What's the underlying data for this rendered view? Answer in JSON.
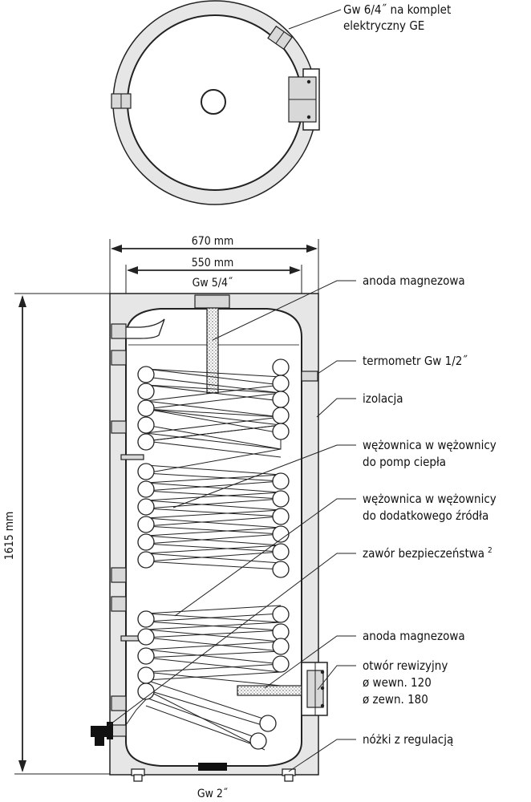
{
  "labels": {
    "top_connector": [
      "Gw 6/4˝ na komplet",
      "elektryczny GE"
    ],
    "anode_top": "anoda magnezowa",
    "thermometer": "termometr Gw 1/2˝",
    "insulation": "izolacja",
    "hp_coil": [
      "wężownica w wężownicy",
      "do pomp ciepła"
    ],
    "aux_coil": [
      "wężownica w wężownicy",
      "do dodatkowego źródła"
    ],
    "safety_valve": "zawór bezpieczeństwa",
    "safety_valve_sup": "2",
    "anode_bottom": "anoda magnezowa",
    "inspection": [
      "otwór rewizyjny",
      "ø wewn. 120",
      "ø zewn. 180"
    ],
    "feet": "nóżki z regulacją"
  },
  "dimensions": {
    "outer_width": "670 mm",
    "inner_width": "550 mm",
    "height": "1615 mm",
    "top_connection": "Gw 5/4˝",
    "bottom_connection": "Gw 2˝"
  }
}
